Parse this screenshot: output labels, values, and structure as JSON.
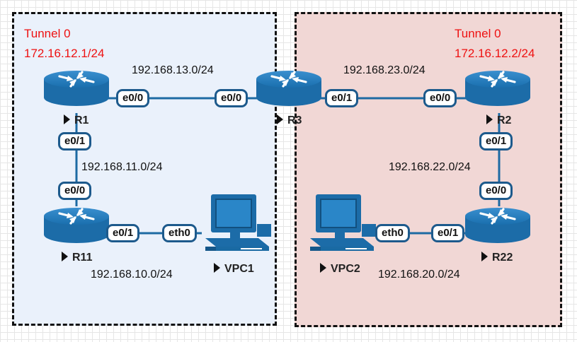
{
  "zones": {
    "left": {
      "tunnel_name": "Tunnel 0",
      "tunnel_ip": "172.16.12.1/24"
    },
    "right": {
      "tunnel_name": "Tunnel 0",
      "tunnel_ip": "172.16.12.2/24"
    }
  },
  "colors": {
    "link": "#1d6aa3",
    "router_body": "#1f78b4",
    "tunnel_text": "#ee1111",
    "left_zone": "#eaf1fb",
    "right_zone": "#f1d7d5"
  },
  "devices": {
    "r1": {
      "label": "R1",
      "icon": "router-icon"
    },
    "r3": {
      "label": "R3",
      "icon": "router-icon"
    },
    "r2": {
      "label": "R2",
      "icon": "router-icon"
    },
    "r11": {
      "label": "R11",
      "icon": "router-icon"
    },
    "r22": {
      "label": "R22",
      "icon": "router-icon"
    },
    "vpc1": {
      "label": "VPC1",
      "icon": "computer-icon"
    },
    "vpc2": {
      "label": "VPC2",
      "icon": "computer-icon"
    }
  },
  "networks": {
    "n13": "192.168.13.0/24",
    "n23": "192.168.23.0/24",
    "n11": "192.168.11.0/24",
    "n22": "192.168.22.0/24",
    "n10": "192.168.10.0/24",
    "n20": "192.168.20.0/24"
  },
  "ports": {
    "r1_e00": "e0/0",
    "r3_e00": "e0/0",
    "r3_e01": "e0/1",
    "r2_e00": "e0/0",
    "r1_e01": "e0/1",
    "r11_e00": "e0/0",
    "r2_e01": "e0/1",
    "r22_e00": "e0/0",
    "r11_e01": "e0/1",
    "vpc1_eth0": "eth0",
    "vpc2_eth0": "eth0",
    "r22_e01": "e0/1"
  }
}
